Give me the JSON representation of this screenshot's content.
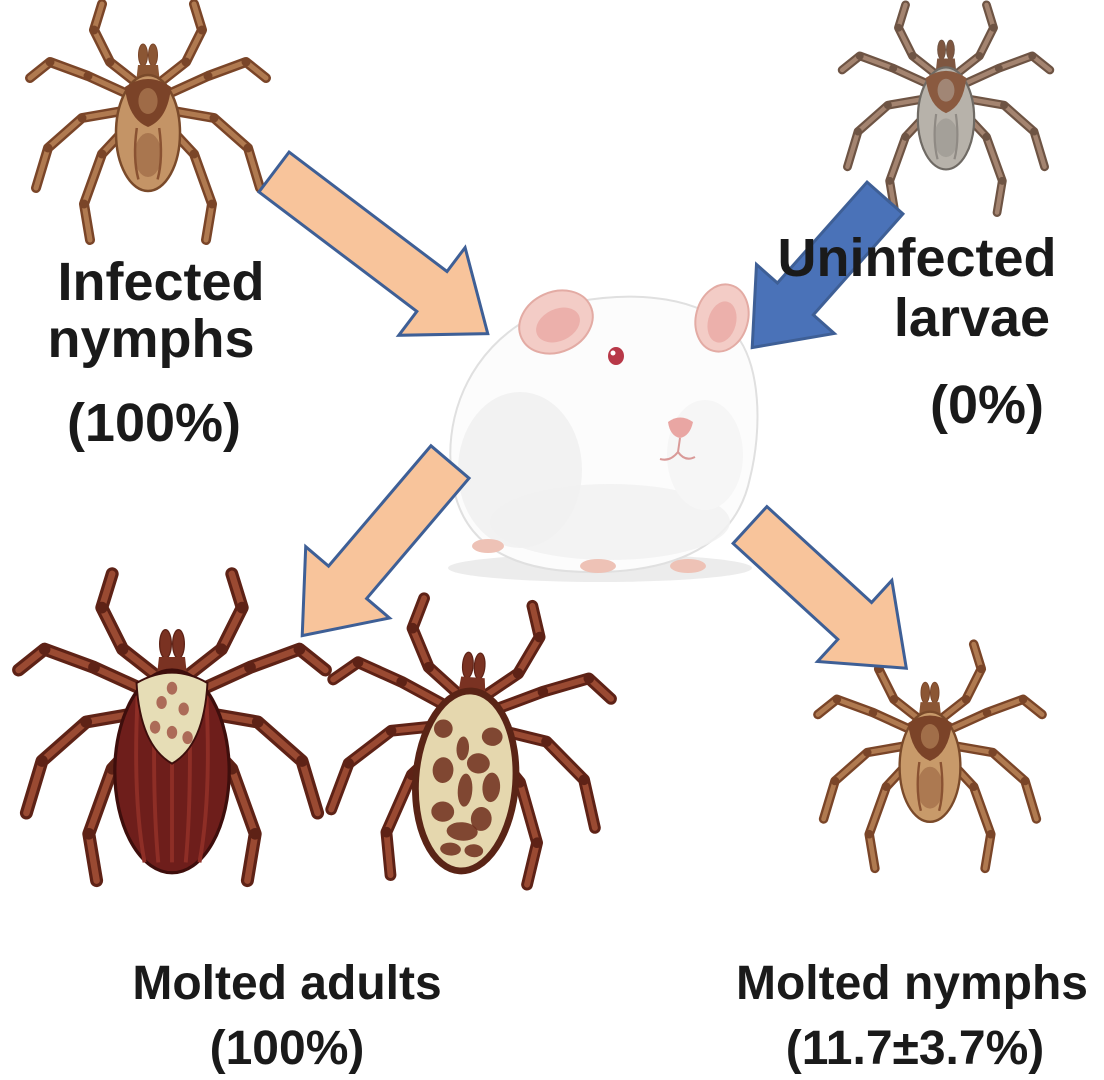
{
  "figure": {
    "infected_nymphs": {
      "line1": "Infected",
      "line2": "nymphs",
      "percent": "(100%)"
    },
    "uninfected_larvae": {
      "line1": "Uninfected",
      "line2": "larvae",
      "percent": "(0%)"
    },
    "molted_adults": {
      "label": "Molted adults",
      "percent": "(100%)"
    },
    "molted_nymphs": {
      "label": "Molted nymphs",
      "percent": "(11.7±3.7%)"
    }
  },
  "icons": {
    "infected_nymph": "infected-nymph-tick-icon",
    "uninfected_larva": "uninfected-larva-tick-icon",
    "molted_adult_1": "molted-adult-female-tick-icon",
    "molted_adult_2": "molted-adult-male-tick-icon",
    "molted_nymph": "molted-nymph-tick-icon",
    "host": "guinea-pig-icon"
  },
  "colors": {
    "orange_arrow_fill": "#F8C49B",
    "blue_arrow_fill": "#4A72B8",
    "arrow_outline": "#3E5F96",
    "label_text": "#1A1A1A"
  }
}
